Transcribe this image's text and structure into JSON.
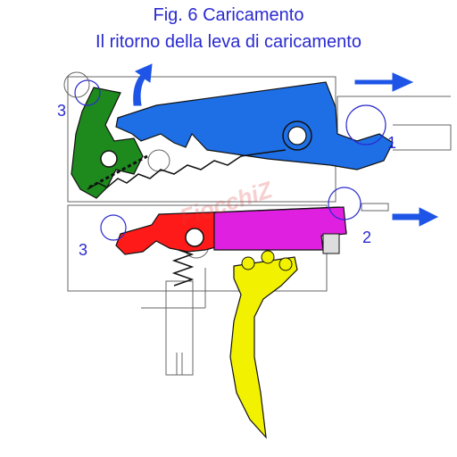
{
  "figure": {
    "title": "Fig. 6 Caricamento",
    "subtitle": "Il ritorno della leva di caricamento",
    "labels": {
      "one": "1",
      "two": "2",
      "three_top": "3",
      "three_bottom": "3"
    },
    "watermark": "FiocchiZ"
  },
  "colors": {
    "blue_lever": "#1e6fe6",
    "green_sear": "#1e8a1e",
    "red_lever": "#ff1a1a",
    "magenta_piece": "#e020e0",
    "yellow_trigger": "#f2f200",
    "arrow_blue": "#1e55e6",
    "text_blue": "#2a2ad0"
  }
}
